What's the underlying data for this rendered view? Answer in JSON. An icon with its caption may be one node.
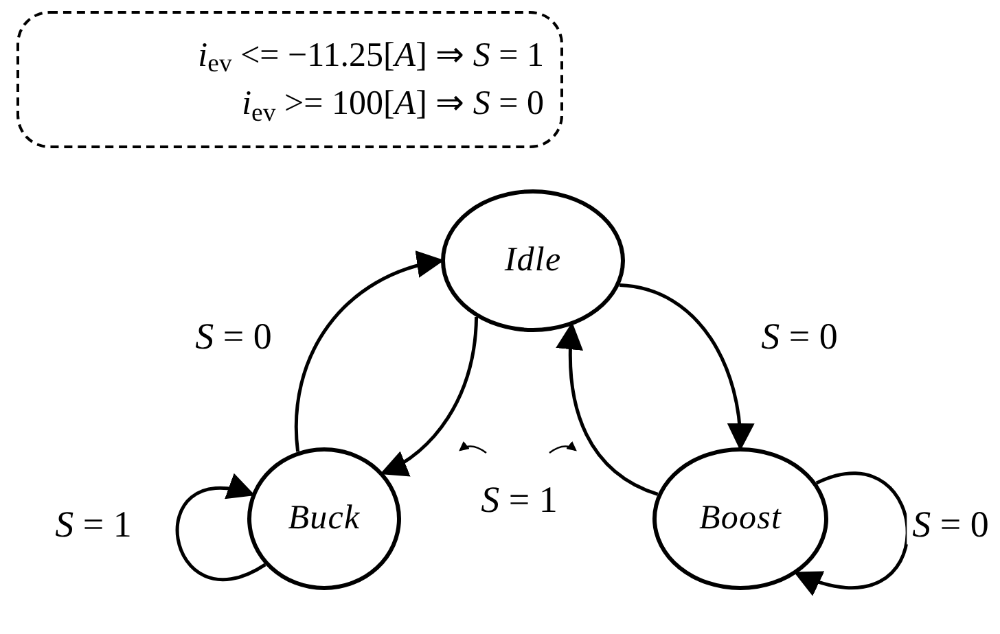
{
  "diagram": {
    "nodes": [
      {
        "text": [
          "*i*$_{ev}$ <= −11.25[*A*] ⇒ *S* = 1",
          "*i*$_{ev}$ >= 100[*A*] ⇒ *S* = 0"
        ]
      },
      {
        "text": [
          "Idle"
        ]
      },
      {
        "text": [
          "Buck"
        ]
      },
      {
        "text": [
          "Boost"
        ]
      }
    ],
    "edges": [
      {
        "from": 2,
        "to": 1,
        "arrow": "to",
        "label": "*S* = 0"
      },
      {
        "from": 1,
        "to": 2,
        "arrow": "to"
      },
      {
        "from": 1,
        "to": 3,
        "arrow": "to",
        "label": "*S* = 0"
      },
      {
        "from": 3,
        "to": 1,
        "arrow": "to"
      },
      {
        "from": 2,
        "to": 2,
        "arrow": "to",
        "label": "*S* = 1"
      },
      {
        "from": 3,
        "to": 3,
        "arrow": "to",
        "label": "*S* = 0"
      }
    ],
    "labels": [
      "*S* = 1"
    ]
  }
}
